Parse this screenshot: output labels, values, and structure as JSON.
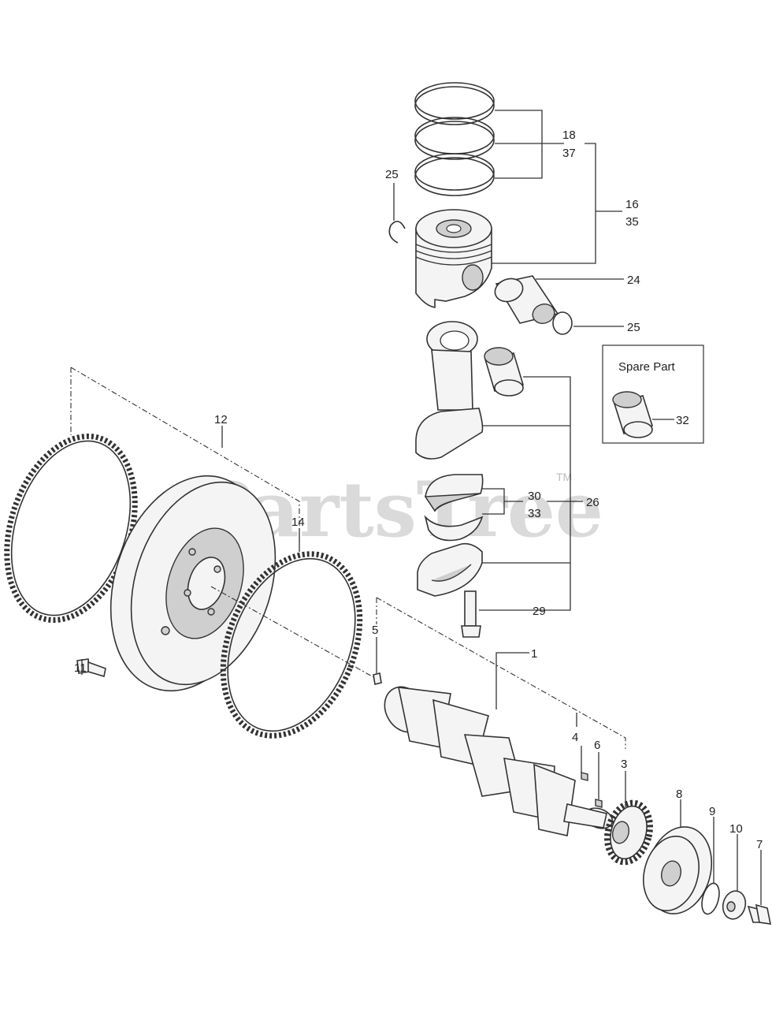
{
  "watermark": {
    "text": "PartsTree",
    "tm": "TM"
  },
  "spare_box": {
    "title": "Spare Part"
  },
  "labels": {
    "l18": "18",
    "l37": "37",
    "l25a": "25",
    "l16": "16",
    "l35": "35",
    "l24": "24",
    "l25b": "25",
    "l32": "32",
    "l12": "12",
    "l14": "14",
    "l30": "30",
    "l33": "33",
    "l26": "26",
    "l29": "29",
    "l5": "5",
    "l11": "11",
    "l1": "1",
    "l4": "4",
    "l6": "6",
    "l3": "3",
    "l8": "8",
    "l9": "9",
    "l10": "10",
    "l7": "7"
  }
}
